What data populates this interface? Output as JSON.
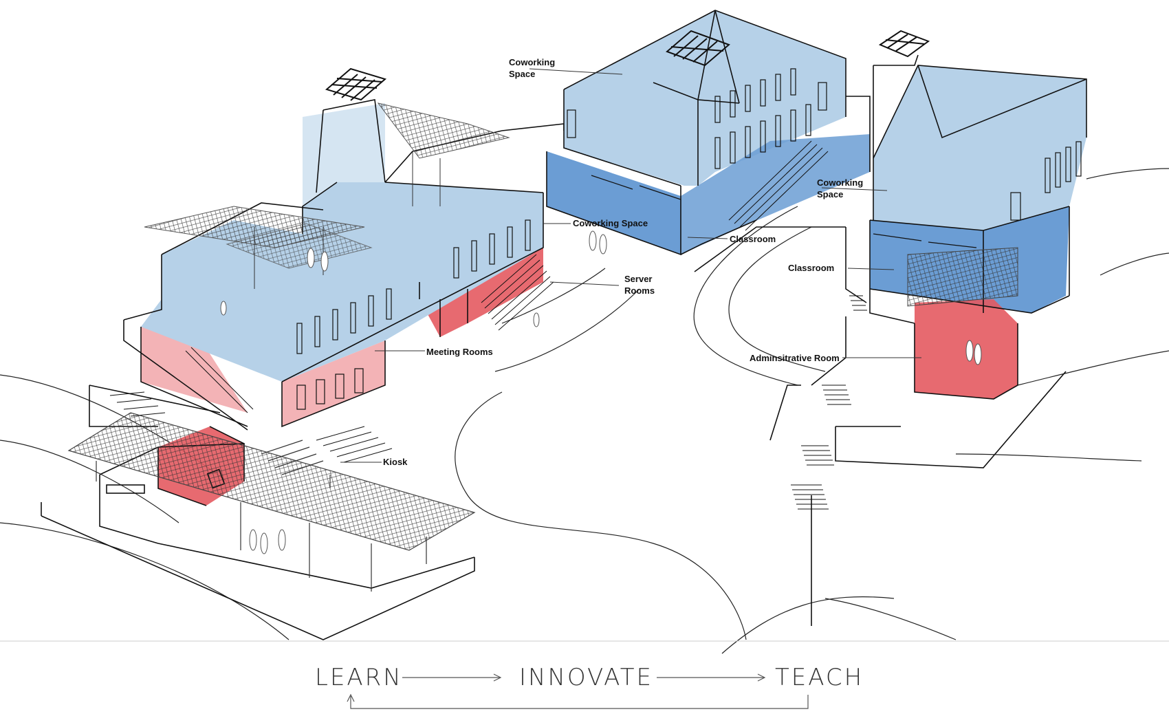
{
  "labels": {
    "coworking_top_line1": "Coworking",
    "coworking_top_line2": "Space",
    "coworking_space_left": "Coworking Space",
    "server_rooms_line1": "Server",
    "server_rooms_line2": "Rooms",
    "meeting_rooms": "Meeting Rooms",
    "kiosk": "Kiosk",
    "classroom_center": "Classroom",
    "coworking_right_line1": "Coworking",
    "coworking_right_line2": "Space",
    "classroom_right": "Classroom",
    "administrative_room": "Adminsitrative Room"
  },
  "flow": {
    "step1": "LEARN",
    "step2": "INNOVATE",
    "step3": "TEACH"
  },
  "colors": {
    "blue_light": "#b6d1e8",
    "blue_dark": "#6b9dd4",
    "red_light": "#f3b3b6",
    "red_dark": "#e45a60",
    "line": "#111111"
  }
}
